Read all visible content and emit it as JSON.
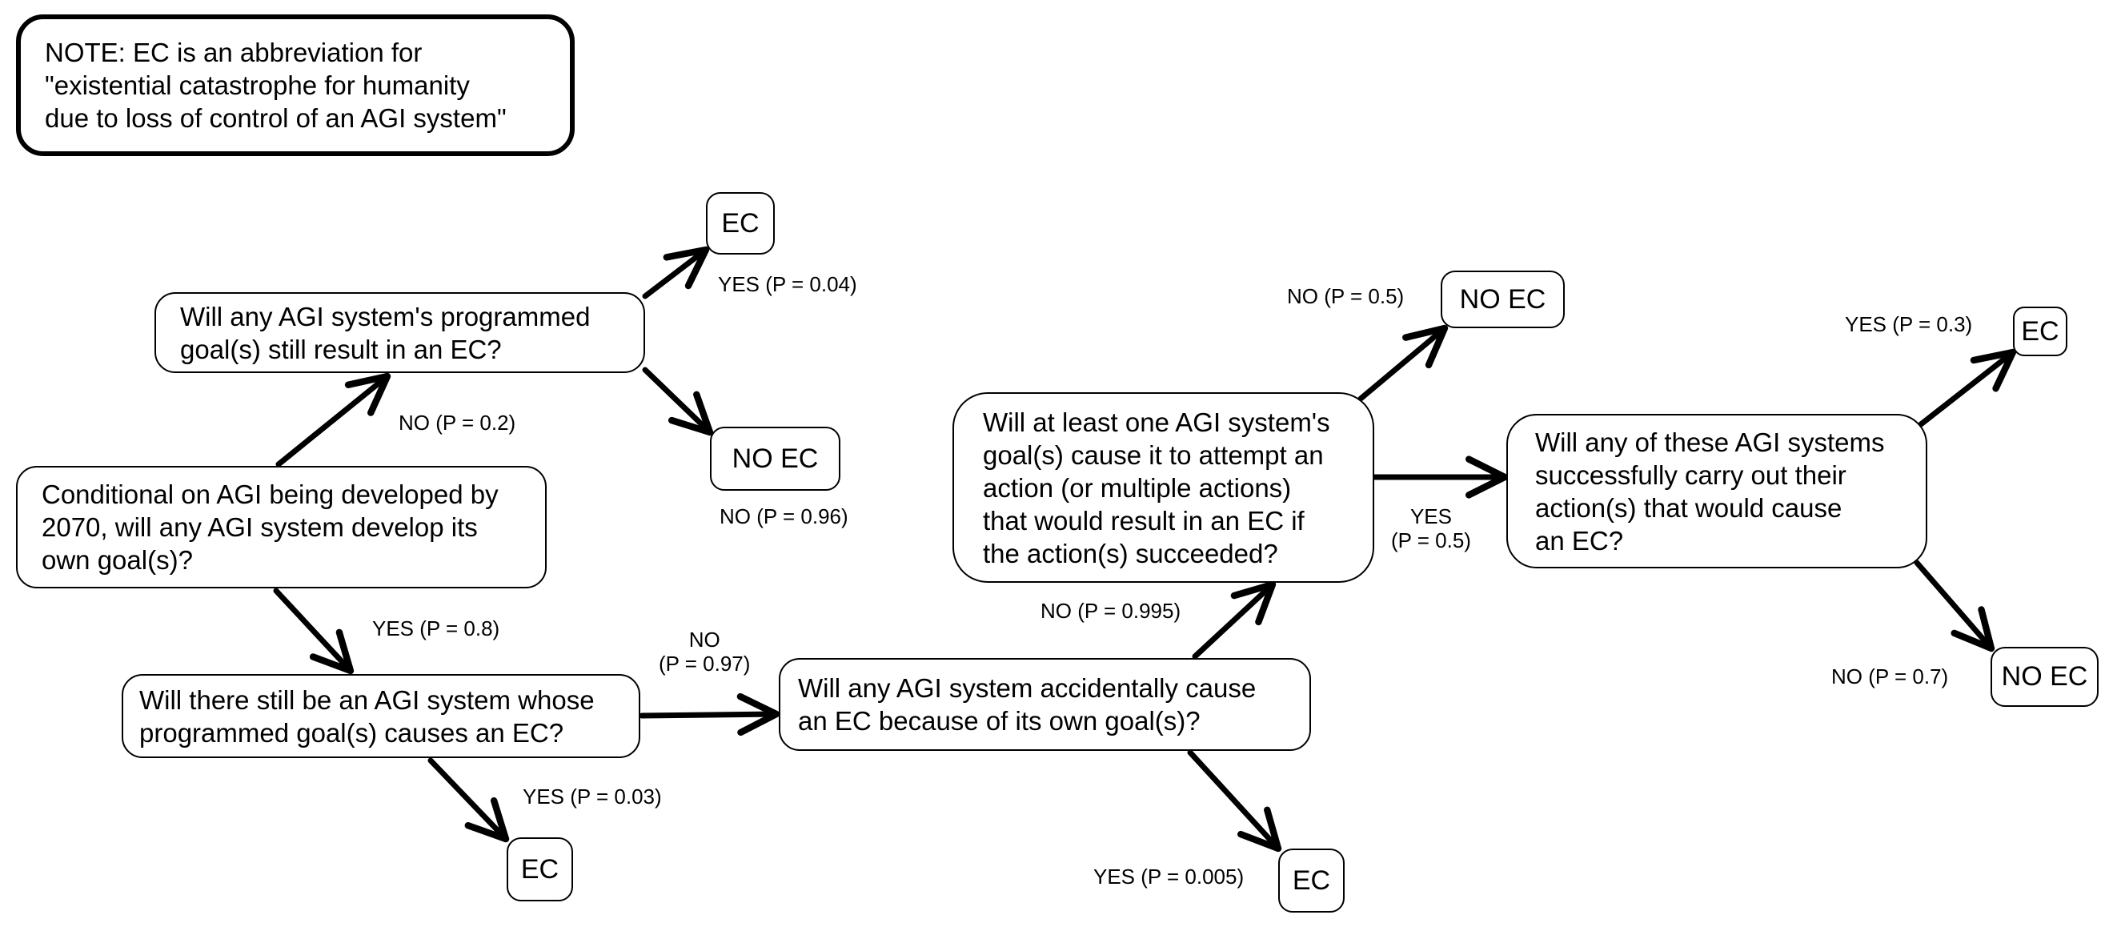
{
  "note": "NOTE: EC is an abbreviation for\n\"existential catastrophe for humanity\ndue to loss of control of an AGI system\"",
  "questions": {
    "q_develop_goals": "Conditional on AGI being developed by\n2070, will any AGI system develop its\nown goal(s)?",
    "q_programmed_still": "Will any AGI system's programmed\ngoal(s) still result in an EC?",
    "q_programmed_causes": "Will there still be an AGI system whose\nprogrammed goal(s) causes an EC?",
    "q_accidental": "Will any AGI system accidentally cause\nan EC because of its own goal(s)?",
    "q_attempt_action": "Will at least one AGI system's\ngoal(s) cause it to attempt an\naction (or multiple actions)\nthat would result in an EC if\nthe action(s) succeeded?",
    "q_succeed": "Will any of these AGI systems\nsuccessfully carry out their\naction(s) that would cause\nan EC?"
  },
  "outcomes": {
    "ec": "EC",
    "no_ec": "NO EC"
  },
  "edges": {
    "develop_no": "NO (P = 0.2)",
    "develop_yes": "YES (P = 0.8)",
    "still_yes": "YES (P = 0.04)",
    "still_no": "NO (P = 0.96)",
    "causes_yes": "YES (P = 0.03)",
    "causes_no": "NO\n(P = 0.97)",
    "accidental_yes": "YES (P = 0.005)",
    "accidental_no": "NO (P = 0.995)",
    "attempt_no": "NO (P = 0.5)",
    "attempt_yes": "YES\n(P = 0.5)",
    "succeed_yes": "YES (P = 0.3)",
    "succeed_no": "NO (P = 0.7)"
  }
}
